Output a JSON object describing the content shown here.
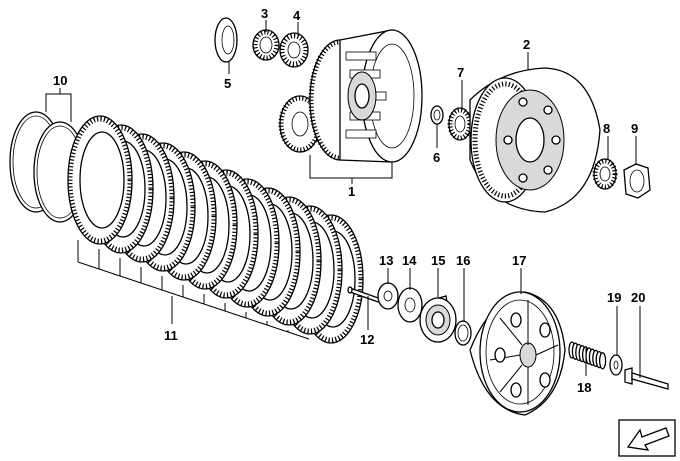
{
  "callouts": [
    {
      "id": "1",
      "text": "1"
    },
    {
      "id": "2",
      "text": "2"
    },
    {
      "id": "3",
      "text": "3"
    },
    {
      "id": "4",
      "text": "4"
    },
    {
      "id": "5",
      "text": "5"
    },
    {
      "id": "6",
      "text": "6"
    },
    {
      "id": "7",
      "text": "7"
    },
    {
      "id": "8",
      "text": "8"
    },
    {
      "id": "9",
      "text": "9"
    },
    {
      "id": "10",
      "text": "10"
    },
    {
      "id": "11",
      "text": "11"
    },
    {
      "id": "12",
      "text": "12"
    },
    {
      "id": "13",
      "text": "13"
    },
    {
      "id": "14",
      "text": "14"
    },
    {
      "id": "15",
      "text": "15"
    },
    {
      "id": "16",
      "text": "16"
    },
    {
      "id": "17",
      "text": "17"
    },
    {
      "id": "18",
      "text": "18"
    },
    {
      "id": "19",
      "text": "19"
    },
    {
      "id": "20",
      "text": "20"
    }
  ],
  "colors": {
    "line": "#000000",
    "background": "#ffffff",
    "shade": "#d9d9d9"
  },
  "icons": {
    "orientation": "direction-arrow-icon"
  }
}
